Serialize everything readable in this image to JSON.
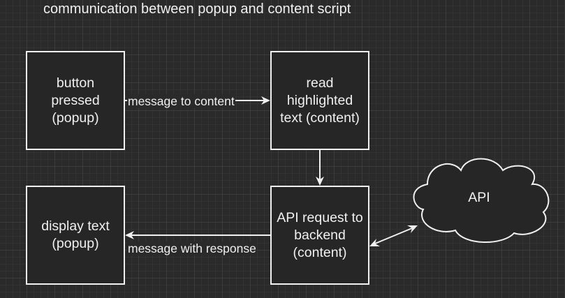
{
  "diagram": {
    "title": "communication between popup and content script",
    "nodes": {
      "button_pressed": "button\npressed\n(popup)",
      "read_highlighted": "read\nhighlighted\ntext (content)",
      "display_text": "display text\n(popup)",
      "api_request": "API request to\nbackend\n(content)",
      "api": "API"
    },
    "edges": {
      "message_to_content": "message to content",
      "message_with_response": "message with response"
    },
    "colors": {
      "background": "#2a2a2a",
      "grid": "#3c3c3c",
      "stroke": "#f0f0f0",
      "box_fill": "#262626"
    }
  }
}
